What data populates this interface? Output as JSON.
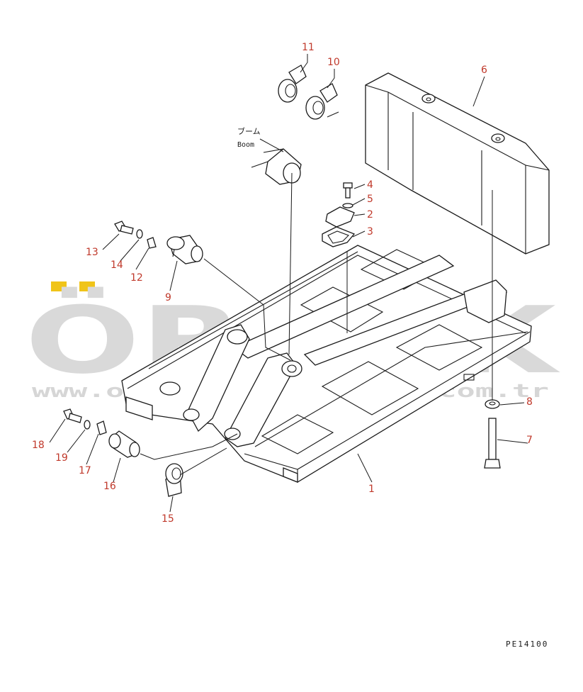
{
  "drawing": {
    "code": "PE14100",
    "boom_label_jp": "ブーム",
    "boom_label_en": "Boom"
  },
  "watermark": {
    "brand": "ÖRNEK",
    "url": "www.ornekismakinalari.com.tr"
  },
  "callouts": [
    "1",
    "2",
    "3",
    "4",
    "5",
    "6",
    "7",
    "8",
    "9",
    "10",
    "11",
    "12",
    "13",
    "14",
    "15",
    "16",
    "17",
    "18",
    "19"
  ],
  "colors": {
    "callout": "#c0392b",
    "watermark": "#d9d9d9",
    "watermark_dots": "#f0c419",
    "line": "#1a1a1a"
  }
}
